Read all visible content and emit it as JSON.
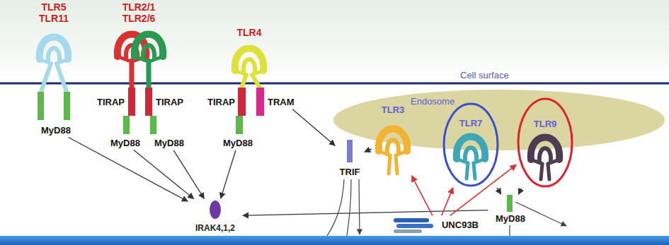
{
  "diagram": {
    "nodes": [
      {
        "text": [
          "TLR5 TLR11"
        ]
      },
      {
        "text": [
          "MyD88"
        ]
      },
      {
        "text": [
          "TLR2/1 TLR2/6"
        ]
      },
      {
        "text": [
          "TIRAP"
        ]
      },
      {
        "text": [
          "TIRAP"
        ]
      },
      {
        "text": [
          "MyD88"
        ]
      },
      {
        "text": [
          "MyD88"
        ]
      },
      {
        "text": [
          "TLR4"
        ]
      },
      {
        "text": [
          "TIRAP"
        ]
      },
      {
        "text": [
          "TRAM"
        ]
      },
      {
        "text": [
          "MyD88"
        ]
      },
      {
        "text": [
          "TRIF"
        ]
      },
      {
        "text": [
          "Endosome"
        ]
      },
      {
        "text": [
          "TLR3"
        ],
        "in": 12
      },
      {
        "text": [
          "TLR7"
        ],
        "in": 12
      },
      {
        "text": [
          "TLR9"
        ],
        "in": 12
      },
      {
        "text": [
          "MyD88"
        ]
      },
      {
        "text": [
          "UNC93B"
        ]
      },
      {
        "text": [
          "IRAK4,1,2"
        ]
      }
    ],
    "edges": [
      {
        "from": 1,
        "to": 18,
        "arrow": "to"
      },
      {
        "from": 5,
        "to": 18,
        "arrow": "to"
      },
      {
        "from": 6,
        "to": 18,
        "arrow": "to"
      },
      {
        "from": 10,
        "to": 18,
        "arrow": "to"
      },
      {
        "from": 9,
        "to": 11,
        "arrow": "to"
      },
      {
        "from": 13,
        "to": 11,
        "arrow": "to"
      },
      {
        "from": 14,
        "to": 16,
        "arrow": "to"
      },
      {
        "from": 15,
        "to": 16,
        "arrow": "to"
      },
      {
        "from": 16,
        "to": 18,
        "arrow": "to"
      },
      {
        "from": 17,
        "to": 13,
        "arrow": "to"
      },
      {
        "from": 17,
        "to": 14,
        "arrow": "to"
      },
      {
        "from": 17,
        "to": 15,
        "arrow": "to"
      }
    ],
    "labels": [
      "Cell surface"
    ]
  }
}
